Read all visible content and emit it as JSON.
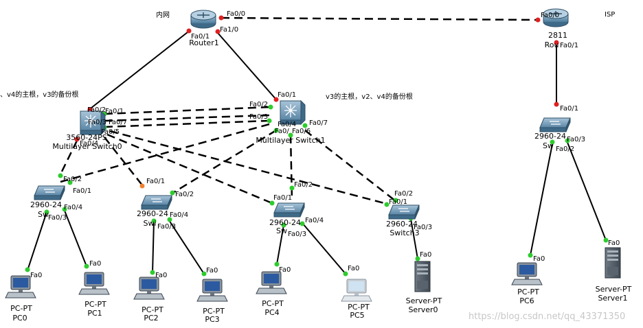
{
  "notes": {
    "inner": "内网",
    "isp": "ISP",
    "left_root": "、v4的主根，v3的备份根",
    "right_root": "v3的主根，v2、v4的备份根"
  },
  "devices": {
    "router1": {
      "model": "",
      "name": "Router1"
    },
    "router_isp": {
      "model": "2811",
      "name": "Rou"
    },
    "msw0": {
      "model": "3560-24PS",
      "name": "Multilayer Switch0"
    },
    "msw1": {
      "model": "",
      "name": "Multilayer Switch1"
    },
    "sw_isp": {
      "model": "2960-24",
      "name": "Sw"
    },
    "sw0": {
      "model": "2960-24",
      "name": "Sw"
    },
    "sw1": {
      "model": "2960-24",
      "name": "Swi"
    },
    "sw2": {
      "model": "2960-24",
      "name": "Sw"
    },
    "sw3": {
      "model": "2960-24",
      "name": "Switch3"
    },
    "pc0": {
      "model": "PC-PT",
      "name": "PC0"
    },
    "pc1": {
      "model": "PC-PT",
      "name": "PC1"
    },
    "pc2": {
      "model": "PC-PT",
      "name": "PC2"
    },
    "pc3": {
      "model": "PC-PT",
      "name": "PC3"
    },
    "pc4": {
      "model": "PC-PT",
      "name": "PC4"
    },
    "pc5": {
      "model": "PC-PT",
      "name": "PC5"
    },
    "pc6": {
      "model": "PC-PT",
      "name": "PC6"
    },
    "server0": {
      "model": "Server-PT",
      "name": "Server0"
    },
    "server1": {
      "model": "Server-PT",
      "name": "Server1"
    }
  },
  "ports": {
    "r1_fa00": "Fa0/0",
    "r1_fa01": "Fa0/1",
    "r1_fa10": "Fa1/0",
    "risp_fa00": "Fa0/0",
    "risp_fa01": "Fa0/1",
    "ms0_fa02": "Fa0/2",
    "ms0_fa01": "Fa0/1",
    "ms0_fa03": "Fa0/3",
    "ms0_fa07": "Fa0/7",
    "ms0_fa05": "Fa0/5",
    "ms0_fa04": "Fa0/4",
    "ms1_fa01": "Fa0/1",
    "ms1_fa02": "Fa0/2",
    "ms1_fa03": "Fa0/3",
    "ms1_fa04": "Fa0/4",
    "ms1_fa05": "Fa0/",
    "ms1_fa06": "Fa0/6",
    "ms1_fa07": "Fa0/7",
    "swisp_fa01": "Fa0/1",
    "swisp_fa02": "Fa0/2",
    "swisp_fa03": "Fa0/3",
    "sw0_fa02": "Fa0/2",
    "sw0_fa01": "Fa0/1",
    "sw0_fa04": "Fa0/4",
    "sw0_fa03": "Fa0/3",
    "sw1_fa01": "Fa0/1",
    "sw1_fa02": "Fa0/2",
    "sw1_fa04": "Fa0/4",
    "sw1_fa03": "Fa0/3",
    "sw2_fa02": "Fa0/2",
    "sw2_fa01": "Fa0/1",
    "sw2_fa04": "Fa0/4",
    "sw2_fa03": "Fa0/3",
    "sw3_fa02": "Fa0/2",
    "sw3_fa01": "Fa0/1",
    "sw3_fa03": "Fa0/3",
    "pc0_fa0": "Fa0",
    "pc1_fa0": "Fa0",
    "pc2_fa0": "Fa0",
    "pc3_fa0": "Fa0",
    "pc4_fa0": "Fa0",
    "pc5_fa0": "Fa0",
    "pc6_fa0": "Fa0",
    "server0_fa0": "Fa0",
    "server1_fa0": "Fa0"
  },
  "watermark": "https://blog.csdn.net/qq_43371350",
  "colors": {
    "link": "#000000",
    "port_up": "#2ecc2e",
    "port_down": "#e02020",
    "port_blocking": "#f08030",
    "device_blue": "#5a8fb0"
  }
}
